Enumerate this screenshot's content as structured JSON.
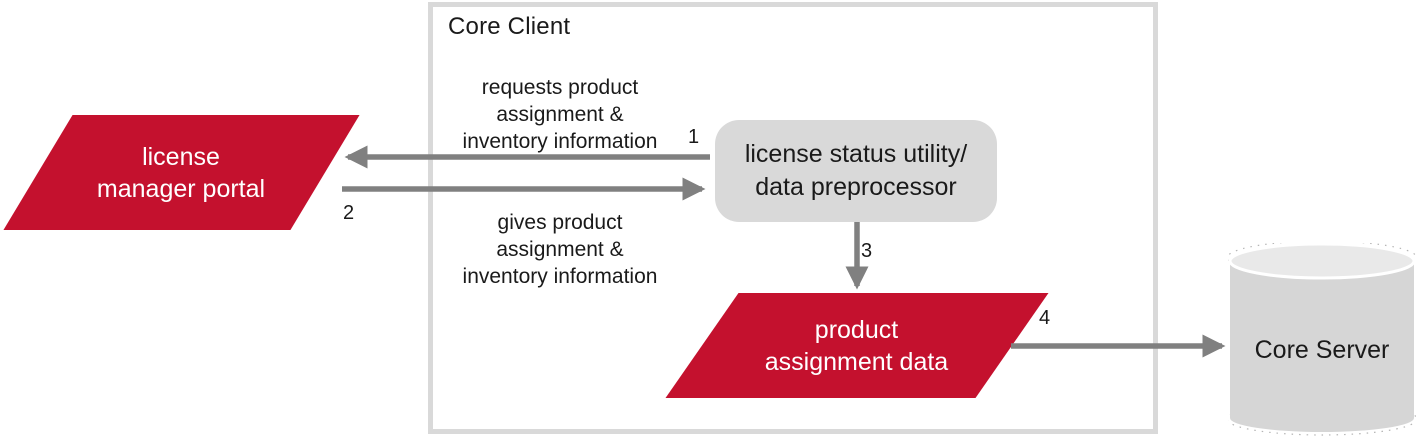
{
  "core_client": {
    "title": "Core Client"
  },
  "nodes": {
    "license_manager_portal": {
      "line1": "license",
      "line2": "manager portal"
    },
    "license_status_utility": {
      "line1": "license status utility/",
      "line2": "data preprocessor"
    },
    "product_assignment_data": {
      "line1": "product",
      "line2": "assignment data"
    },
    "core_server": {
      "label": "Core Server"
    }
  },
  "annotations": {
    "requests": {
      "line1": "requests product",
      "line2": "assignment &",
      "line3": "inventory information"
    },
    "gives": {
      "line1": "gives product",
      "line2": "assignment &",
      "line3": "inventory information"
    }
  },
  "steps": {
    "s1": "1",
    "s2": "2",
    "s3": "3",
    "s4": "4"
  },
  "colors": {
    "accent_red": "#C4112E",
    "arrow_gray": "#808080",
    "node_fill_gray": "#D9D9D9",
    "container_border_gray": "#D9D9D9",
    "cylinder_body_gray": "#D6D6D6",
    "cylinder_top_gray": "#E9E9E9",
    "text_black": "#1A1A1A"
  }
}
